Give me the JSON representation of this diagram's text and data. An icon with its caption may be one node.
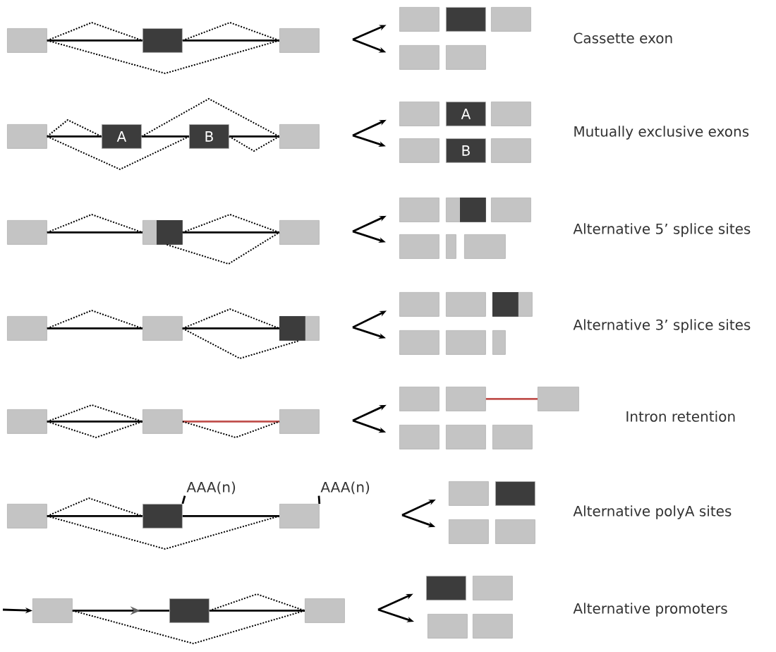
{
  "diagram": {
    "nodes": [
      {
        "text": [],
        "shape": "box"
      },
      {
        "text": [],
        "shape": "box"
      },
      {
        "text": [],
        "shape": "box"
      },
      {
        "text": [],
        "shape": "box"
      },
      {
        "text": [],
        "shape": "box"
      },
      {
        "text": [],
        "shape": "box"
      },
      {
        "text": [],
        "shape": "box"
      },
      {
        "text": [],
        "shape": "box"
      },
      {
        "text": [],
        "shape": "box"
      },
      {
        "text": [
          "A"
        ]
      },
      {
        "text": [
          "B"
        ]
      },
      {
        "text": [],
        "shape": "box"
      },
      {
        "text": [],
        "shape": "box"
      },
      {
        "text": [
          "A"
        ]
      },
      {
        "text": [],
        "shape": "box"
      },
      {
        "text": [],
        "shape": "box"
      },
      {
        "text": [
          "B"
        ]
      },
      {
        "text": [],
        "shape": "box"
      },
      {
        "text": [],
        "shape": "box"
      },
      {
        "text": [],
        "shape": "box"
      },
      {
        "text": [],
        "shape": "box"
      },
      {
        "text": [],
        "shape": "box"
      },
      {
        "text": [],
        "shape": "box"
      },
      {
        "text": [],
        "shape": "box"
      },
      {
        "text": [],
        "shape": "box"
      },
      {
        "text": [],
        "shape": "box"
      },
      {
        "text": [],
        "shape": "box"
      },
      {
        "text": [],
        "shape": "box"
      },
      {
        "text": [],
        "shape": "box"
      },
      {
        "text": [],
        "shape": "box"
      },
      {
        "text": [],
        "shape": "box"
      },
      {
        "text": [],
        "shape": "box"
      },
      {
        "text": [],
        "shape": "box"
      },
      {
        "text": [],
        "shape": "box"
      },
      {
        "text": [],
        "shape": "box"
      },
      {
        "text": [],
        "shape": "box"
      },
      {
        "text": [],
        "shape": "box"
      },
      {
        "text": [],
        "shape": "box"
      },
      {
        "text": [],
        "shape": "box"
      },
      {
        "text": [],
        "shape": "box"
      },
      {
        "text": [],
        "shape": "box"
      },
      {
        "text": [],
        "shape": "box"
      },
      {
        "text": [],
        "shape": "box"
      },
      {
        "text": [],
        "shape": "box"
      },
      {
        "text": [],
        "shape": "box"
      },
      {
        "text": [],
        "shape": "box"
      },
      {
        "text": [],
        "shape": "box"
      },
      {
        "text": [],
        "shape": "box"
      },
      {
        "text": [
          "AAA(n)"
        ]
      },
      {
        "text": [
          "AAA(n)"
        ]
      },
      {
        "text": [],
        "shape": "box"
      },
      {
        "text": [],
        "shape": "box"
      },
      {
        "text": [],
        "shape": "box"
      },
      {
        "text": [],
        "shape": "box"
      },
      {
        "text": [],
        "shape": "box"
      },
      {
        "text": [],
        "shape": "box"
      },
      {
        "text": [],
        "shape": "box"
      },
      {
        "text": [],
        "shape": "box"
      },
      {
        "text": [],
        "shape": "box"
      },
      {
        "text": [],
        "shape": "box"
      },
      {
        "text": [],
        "shape": "box"
      }
    ],
    "edges": [
      {
        "from": 0,
        "to": 1,
        "arrow": "none"
      },
      {
        "from": 1,
        "to": 2,
        "arrow": "none"
      },
      {
        "from": 0,
        "to": 1,
        "arrow": "none",
        "style": "dashed"
      },
      {
        "from": 1,
        "to": 2,
        "arrow": "none",
        "style": "dashed"
      },
      {
        "from": 0,
        "to": 2,
        "arrow": "none",
        "style": "dashed"
      },
      {
        "from": null,
        "to": 3,
        "arrow": "to"
      },
      {
        "from": null,
        "to": 6,
        "arrow": "to"
      },
      {
        "from": 8,
        "to": 9,
        "arrow": "none"
      },
      {
        "from": 9,
        "to": 10,
        "arrow": "none"
      },
      {
        "from": 10,
        "to": 11,
        "arrow": "none"
      },
      {
        "from": 8,
        "to": 9,
        "arrow": "none",
        "style": "dashed"
      },
      {
        "from": 9,
        "to": 11,
        "arrow": "none",
        "style": "dashed"
      },
      {
        "from": 8,
        "to": 10,
        "arrow": "none",
        "style": "dashed"
      },
      {
        "from": 10,
        "to": 11,
        "arrow": "none",
        "style": "dashed"
      },
      {
        "from": null,
        "to": 12,
        "arrow": "to"
      },
      {
        "from": null,
        "to": 15,
        "arrow": "to"
      },
      {
        "from": 18,
        "to": 19,
        "arrow": "none"
      },
      {
        "from": 19,
        "to": 20,
        "arrow": "none"
      },
      {
        "from": 18,
        "to": 19,
        "arrow": "none",
        "style": "dashed"
      },
      {
        "from": 19,
        "to": 20,
        "arrow": "none",
        "style": "dashed"
      },
      {
        "from": 19,
        "to": 20,
        "arrow": "none",
        "style": "dashed"
      },
      {
        "from": null,
        "to": 21,
        "arrow": "to"
      },
      {
        "from": null,
        "to": 24,
        "arrow": "to"
      },
      {
        "from": 27,
        "to": 28,
        "arrow": "none"
      },
      {
        "from": 28,
        "to": 29,
        "arrow": "none"
      },
      {
        "from": 27,
        "to": 28,
        "arrow": "none",
        "style": "dashed"
      },
      {
        "from": 28,
        "to": 29,
        "arrow": "none",
        "style": "dashed"
      },
      {
        "from": 28,
        "to": 29,
        "arrow": "none",
        "style": "dashed"
      },
      {
        "from": null,
        "to": 30,
        "arrow": "to"
      },
      {
        "from": null,
        "to": 33,
        "arrow": "to"
      },
      {
        "from": 36,
        "to": 37,
        "arrow": "none"
      },
      {
        "from": 36,
        "to": 37,
        "arrow": "none",
        "style": "dashed"
      },
      {
        "from": 36,
        "to": 37,
        "arrow": "none",
        "style": "dashed"
      },
      {
        "from": 37,
        "to": 38,
        "arrow": "none",
        "color": "#c0504d"
      },
      {
        "from": 37,
        "to": 38,
        "arrow": "none",
        "style": "dashed"
      },
      {
        "from": 40,
        "to": 41,
        "arrow": "none",
        "color": "#c0504d"
      },
      {
        "from": null,
        "to": 39,
        "arrow": "to"
      },
      {
        "from": null,
        "to": 42,
        "arrow": "to"
      },
      {
        "from": 45,
        "to": 46,
        "arrow": "none"
      },
      {
        "from": 46,
        "to": 47,
        "arrow": "none"
      },
      {
        "from": 45,
        "to": 46,
        "arrow": "none",
        "style": "dashed"
      },
      {
        "from": 45,
        "to": 47,
        "arrow": "none",
        "style": "dashed"
      },
      {
        "from": 48,
        "to": 46,
        "arrow": "none"
      },
      {
        "from": 49,
        "to": 47,
        "arrow": "none"
      },
      {
        "from": null,
        "to": 50,
        "arrow": "to"
      },
      {
        "from": null,
        "to": 52,
        "arrow": "to"
      },
      {
        "from": null,
        "to": 54,
        "arrow": "to"
      },
      {
        "from": 54,
        "to": 55,
        "arrow": "to"
      },
      {
        "from": 55,
        "to": 56,
        "arrow": "none"
      },
      {
        "from": 55,
        "to": 56,
        "arrow": "none",
        "style": "dashed"
      },
      {
        "from": 54,
        "to": 56,
        "arrow": "none",
        "style": "dashed"
      },
      {
        "from": null,
        "to": 57,
        "arrow": "to"
      },
      {
        "from": null,
        "to": 59,
        "arrow": "to"
      }
    ],
    "labels": [
      "Cassette exon",
      "Mutually exclusive exons",
      "Alternative 5’ splice sites",
      "Alternative 3’ splice sites",
      "Intron retention",
      "Alternative polyA sites",
      "Alternative promoters"
    ]
  }
}
